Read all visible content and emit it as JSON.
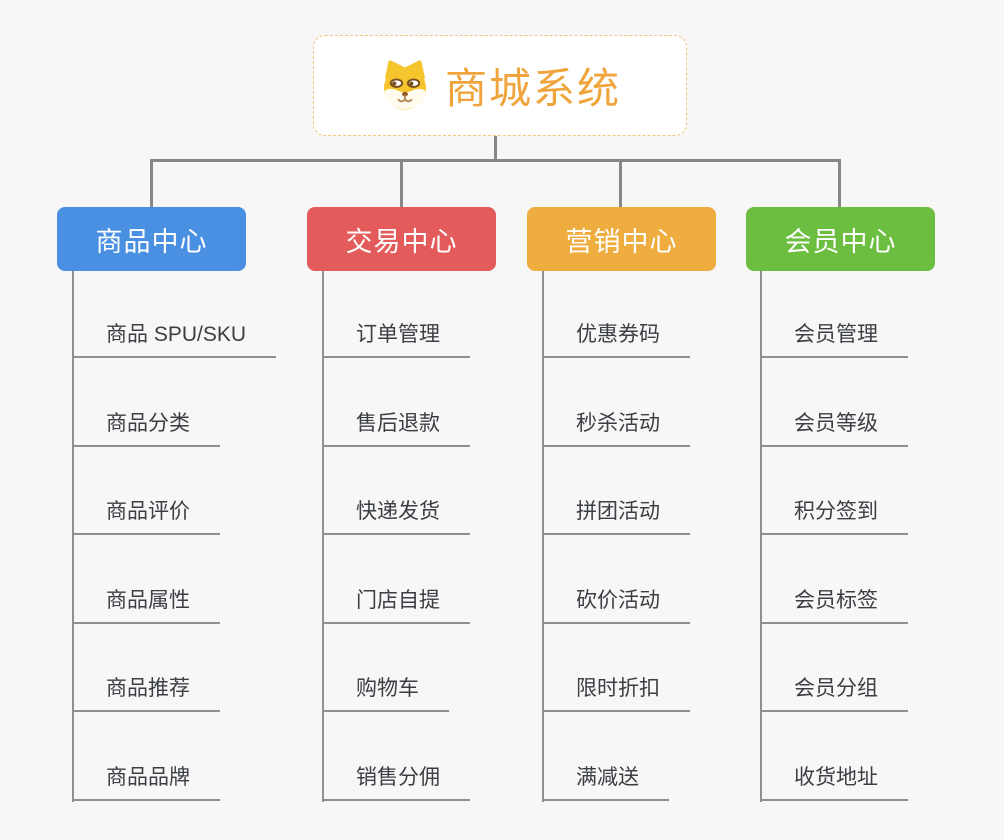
{
  "diagram": {
    "type": "mindmap-org-chart",
    "background_color": "#F7F7F7",
    "connector_color": "#878787"
  },
  "root": {
    "label": "商城系统",
    "icon": "shiba-dog-icon",
    "text_color": "#F0A43C",
    "border_color": "#F2C479"
  },
  "branches": [
    {
      "label": "商品中心",
      "color": "#4A90E2",
      "items": [
        "商品 SPU/SKU",
        "商品分类",
        "商品评价",
        "商品属性",
        "商品推荐",
        "商品品牌"
      ]
    },
    {
      "label": "交易中心",
      "color": "#E45B5B",
      "items": [
        "订单管理",
        "售后退款",
        "快递发货",
        "门店自提",
        "购物车",
        "销售分佣"
      ]
    },
    {
      "label": "营销中心",
      "color": "#EEAD3E",
      "items": [
        "优惠券码",
        "秒杀活动",
        "拼团活动",
        "砍价活动",
        "限时折扣",
        "满减送"
      ]
    },
    {
      "label": "会员中心",
      "color": "#6CBE41",
      "items": [
        "会员管理",
        "会员等级",
        "积分签到",
        "会员标签",
        "会员分组",
        "收货地址"
      ]
    }
  ]
}
